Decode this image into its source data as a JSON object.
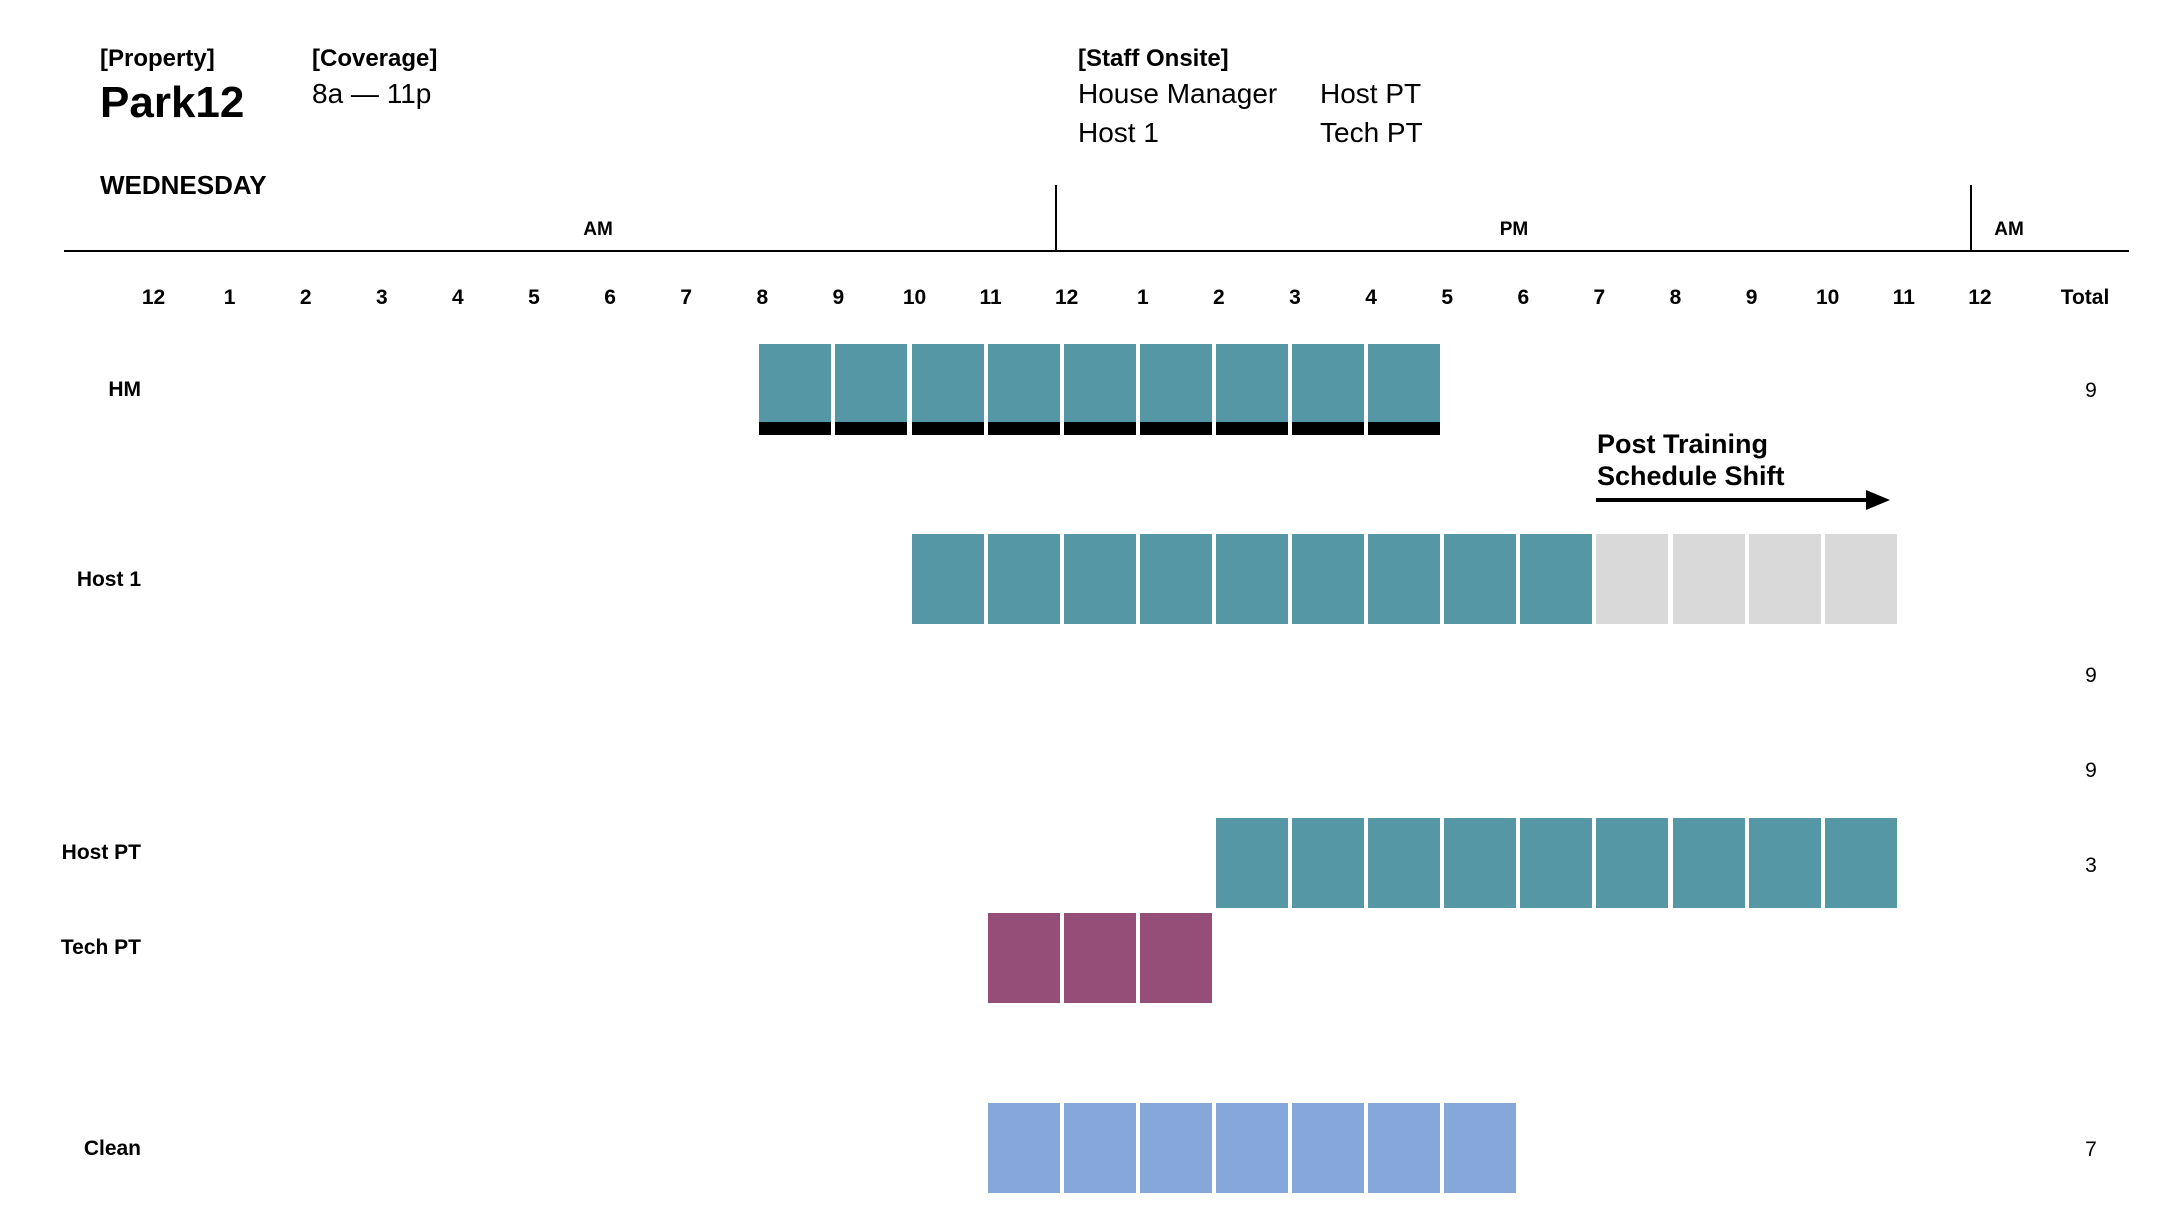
{
  "header": {
    "property_label": "[Property]",
    "property_name": "Park12",
    "coverage_label": "[Coverage]",
    "coverage_value": "8a — 11p",
    "staff_label": "[Staff Onsite]",
    "staff": [
      "House Manager",
      "Host PT",
      "Host 1",
      "Tech PT"
    ]
  },
  "day": "WEDNESDAY",
  "periods": [
    "AM",
    "PM",
    "AM"
  ],
  "hours": [
    "12",
    "1",
    "2",
    "3",
    "4",
    "5",
    "6",
    "7",
    "8",
    "9",
    "10",
    "11",
    "12",
    "1",
    "2",
    "3",
    "4",
    "5",
    "6",
    "7",
    "8",
    "9",
    "10",
    "11",
    "12"
  ],
  "total_header": "Total",
  "note": {
    "line1": "Post Training",
    "line2": "Schedule Shift"
  },
  "totals": [
    "9",
    "9",
    "9",
    "3",
    "7"
  ],
  "colors": {
    "teal": "#5597a4",
    "plum": "#954e77",
    "blue": "#86a7da",
    "grey": "#d9d9d9",
    "black": "#000000"
  },
  "rows": [
    {
      "label": "HM",
      "start": 8,
      "end": 17,
      "color": "teal",
      "underline": true
    },
    {
      "label": "Host 1",
      "start": 10,
      "end": 19,
      "color": "teal",
      "extra_start": 19,
      "extra_end": 23,
      "extra_color": "grey"
    },
    {
      "label": "Host PT",
      "start": 14,
      "end": 23,
      "color": "teal"
    },
    {
      "label": "Tech PT",
      "start": 11,
      "end": 14,
      "color": "plum"
    },
    {
      "label": "Clean",
      "start": 11,
      "end": 18,
      "color": "blue"
    }
  ]
}
